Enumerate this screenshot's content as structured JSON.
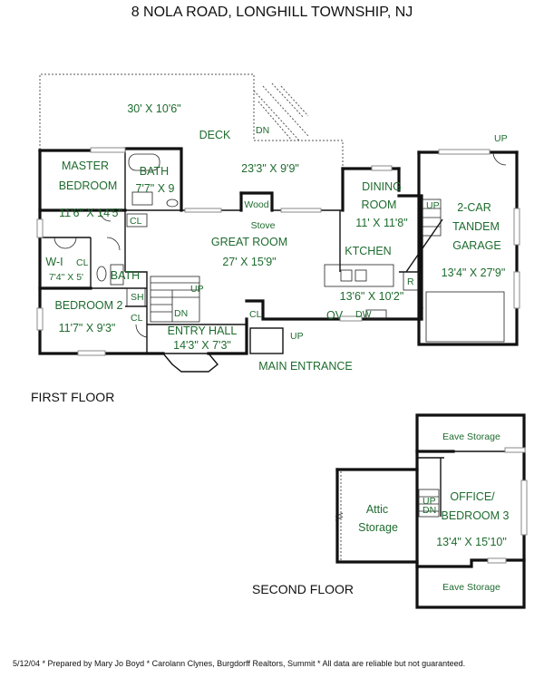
{
  "title": "8 NOLA ROAD,  LONGHILL TOWNSHIP,  NJ",
  "floors": {
    "first": "FIRST FLOOR",
    "second": "SECOND FLOOR"
  },
  "rooms": {
    "deck_size": "30' X 10'6\"",
    "deck_name": "DECK",
    "deck_size2": "23'3\" X 9'9\"",
    "deck_dn": "DN",
    "master_l1": "MASTER",
    "master_l2": "BEDROOM",
    "master_size": "11'6\" X 14'5\"",
    "bath1": "BATH",
    "bath1_size": "7'7\" X 9",
    "cl1": "CL",
    "wood": "Wood",
    "stove": "Stove",
    "great_room": "GREAT ROOM",
    "great_room_size": "27' X 15'9\"",
    "dining_l1": "DINING",
    "dining_l2": "ROOM",
    "dining_size": "11' X 11'8\"",
    "kitchen": "KTCHEN",
    "kitchen_size": "13'6\" X 10'2\"",
    "kitchen_r": "R",
    "ov": "OV",
    "dw": "DW",
    "garage_l1": "2-CAR",
    "garage_l2": "TANDEM",
    "garage_l3": "GARAGE",
    "garage_size": "13'4\" X 27'9\"",
    "garage_up": "UP",
    "stair_up": "UP",
    "wi": "W-I",
    "cl2": "CL",
    "wi_size": "7'4\" X 5'",
    "bath2": "BATH",
    "sh": "SH",
    "cl3": "CL",
    "bedroom2": "BEDROOM 2",
    "bedroom2_size": "11'7\" X 9'3\"",
    "entry": "ENTRY HALL",
    "entry_size": "14'3\" X 7'3\"",
    "cl4": "CL",
    "entry_up": "UP",
    "stair_dn": "DN",
    "stair_up2": "UP",
    "main_entrance": "MAIN ENTRANCE"
  },
  "second_rooms": {
    "eave_top": "Eave Storage",
    "attic_l1": "Attic",
    "attic_l2": "Storage",
    "office_l1": "OFFICE/",
    "office_l2": "BEDROOM 3",
    "office_size": "13'4\" X 15'10\"",
    "eave_bottom": "Eave Storage",
    "up": "UP",
    "dn": "DN"
  },
  "footer": "5/12/04  *  Prepared by Mary Jo Boyd  * Carolann Clynes, Burgdorff Realtors, Summit  *  All data are reliable but not guaranteed."
}
